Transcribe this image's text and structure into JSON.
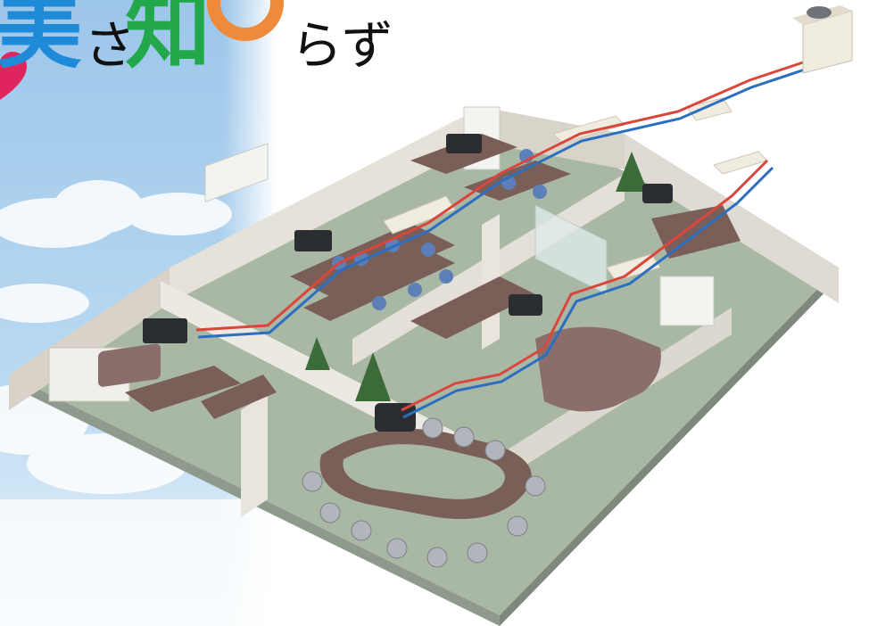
{
  "headline": {
    "char_1": "美",
    "char_2": "さ",
    "char_3": "知",
    "char_4": "らず"
  },
  "colors": {
    "char_1": "#1f8bd8",
    "char_2": "#111111",
    "char_3": "#22a84a",
    "char_4": "#111111",
    "ring": "#ee8a3a",
    "heart": "#e0245e",
    "pipe_red": "#d9463b",
    "pipe_blue": "#2c6fc0",
    "floor": "#a9b8a5",
    "wall": "#e6e2da",
    "desk": "#7a5e58",
    "ac_unit": "#2a2d31"
  },
  "scene": {
    "type": "office floor air-conditioning layout illustration"
  }
}
